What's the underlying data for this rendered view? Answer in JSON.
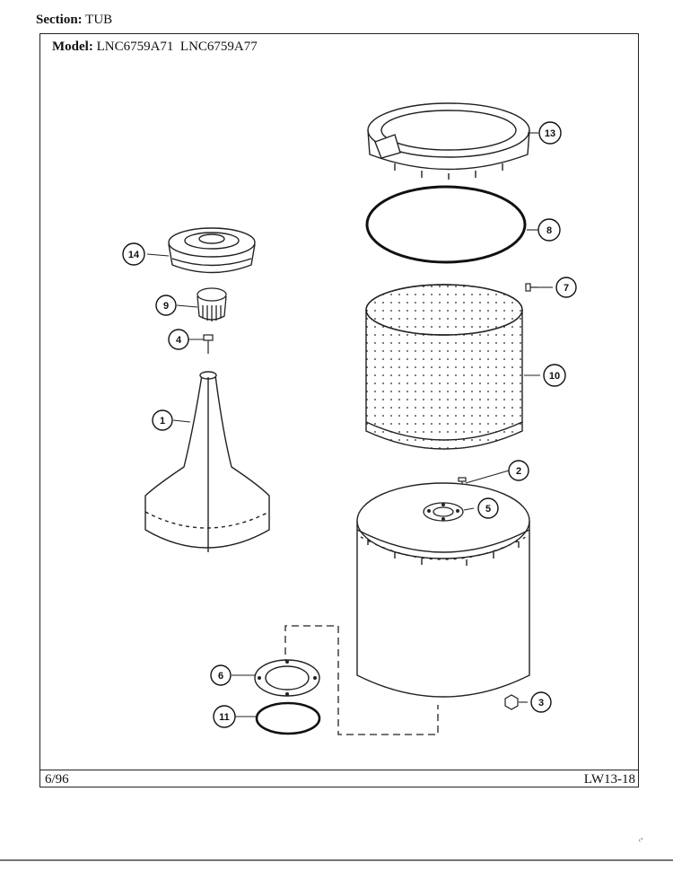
{
  "header": {
    "section_label": "Section:",
    "section_value": "TUB",
    "model_label": "Model:",
    "model_value": "LNC6759A71  LNC6759A77"
  },
  "footer": {
    "date": "6/96",
    "code": "LW13-18"
  },
  "callouts": {
    "c1": "1",
    "c2": "2",
    "c3": "3",
    "c4": "4",
    "c5": "5",
    "c6": "6",
    "c7": "7",
    "c8": "8",
    "c9": "9",
    "c10": "10",
    "c11": "11",
    "c13": "13",
    "c14": "14"
  },
  "corner_mark": "ᶜ'"
}
